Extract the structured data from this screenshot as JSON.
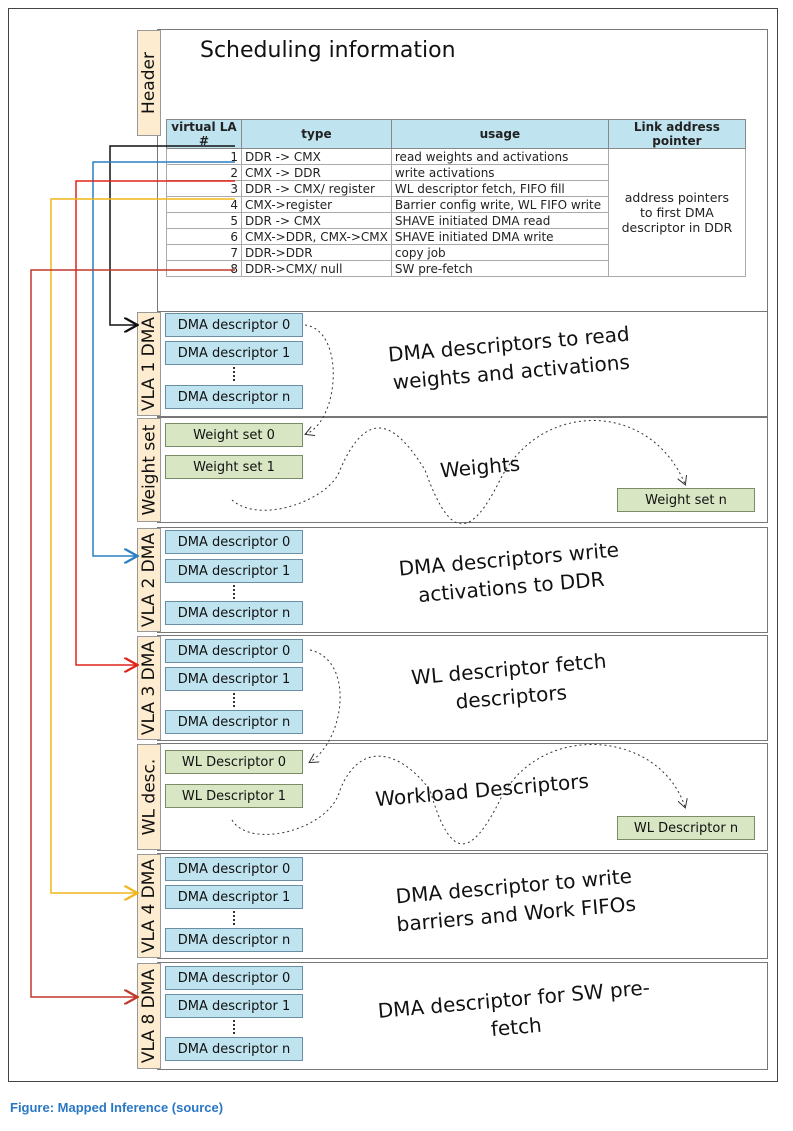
{
  "header": {
    "label": "Header",
    "title": "Scheduling information"
  },
  "table": {
    "columns": [
      "virtual LA #",
      "type",
      "usage",
      "Link address pointer"
    ],
    "rows": [
      {
        "num": "1",
        "type": "DDR -> CMX",
        "usage": "read weights and activations"
      },
      {
        "num": "2",
        "type": "CMX -> DDR",
        "usage": "write activations"
      },
      {
        "num": "3",
        "type": "DDR -> CMX/ register",
        "usage": "WL descriptor fetch, FIFO fill"
      },
      {
        "num": "4",
        "type": "CMX->register",
        "usage": "Barrier config write, WL FIFO write"
      },
      {
        "num": "5",
        "type": "DDR -> CMX",
        "usage": "SHAVE initiated DMA read"
      },
      {
        "num": "6",
        "type": "CMX->DDR, CMX->CMX",
        "usage": "SHAVE initiated DMA write"
      },
      {
        "num": "7",
        "type": "DDR->DDR",
        "usage": "copy job"
      },
      {
        "num": "8",
        "type": "DDR->CMX/ null",
        "usage": "SW pre-fetch"
      }
    ],
    "pointer_text": "address pointers to first DMA descriptor in DDR"
  },
  "sections": {
    "vla1": {
      "label": "VLA 1 DMA",
      "items": [
        "DMA descriptor 0",
        "DMA descriptor 1",
        "DMA descriptor n"
      ],
      "text": "DMA descriptors to read weights and activations"
    },
    "weights": {
      "label": "Weight set",
      "items": [
        "Weight set 0",
        "Weight set 1",
        "Weight set n"
      ],
      "text": "Weights"
    },
    "vla2": {
      "label": "VLA 2 DMA",
      "items": [
        "DMA descriptor 0",
        "DMA descriptor 1",
        "DMA descriptor n"
      ],
      "text": "DMA descriptors write activations to DDR"
    },
    "vla3": {
      "label": "VLA 3 DMA",
      "items": [
        "DMA descriptor 0",
        "DMA descriptor 1",
        "DMA descriptor n"
      ],
      "text": "WL descriptor fetch descriptors"
    },
    "wl": {
      "label": "WL desc.",
      "items": [
        "WL Descriptor 0",
        "WL Descriptor 1",
        "WL Descriptor n"
      ],
      "text": "Workload Descriptors"
    },
    "vla4": {
      "label": "VLA 4 DMA",
      "items": [
        "DMA descriptor 0",
        "DMA descriptor 1",
        "DMA descriptor n"
      ],
      "text": "DMA descriptor to write barriers and Work FIFOs"
    },
    "vla8": {
      "label": "VLA 8 DMA",
      "items": [
        "DMA descriptor 0",
        "DMA descriptor 1",
        "DMA descriptor n"
      ],
      "text": "DMA descriptor for SW pre-fetch"
    }
  },
  "colors": {
    "line1": "#111111",
    "line2": "#2a7fc1",
    "line3": "#e0241b",
    "line4": "#f2b51c",
    "line8": "#c0392b"
  },
  "caption": {
    "text": "Figure: Mapped Inference (",
    "link": "source",
    "end": ")"
  }
}
